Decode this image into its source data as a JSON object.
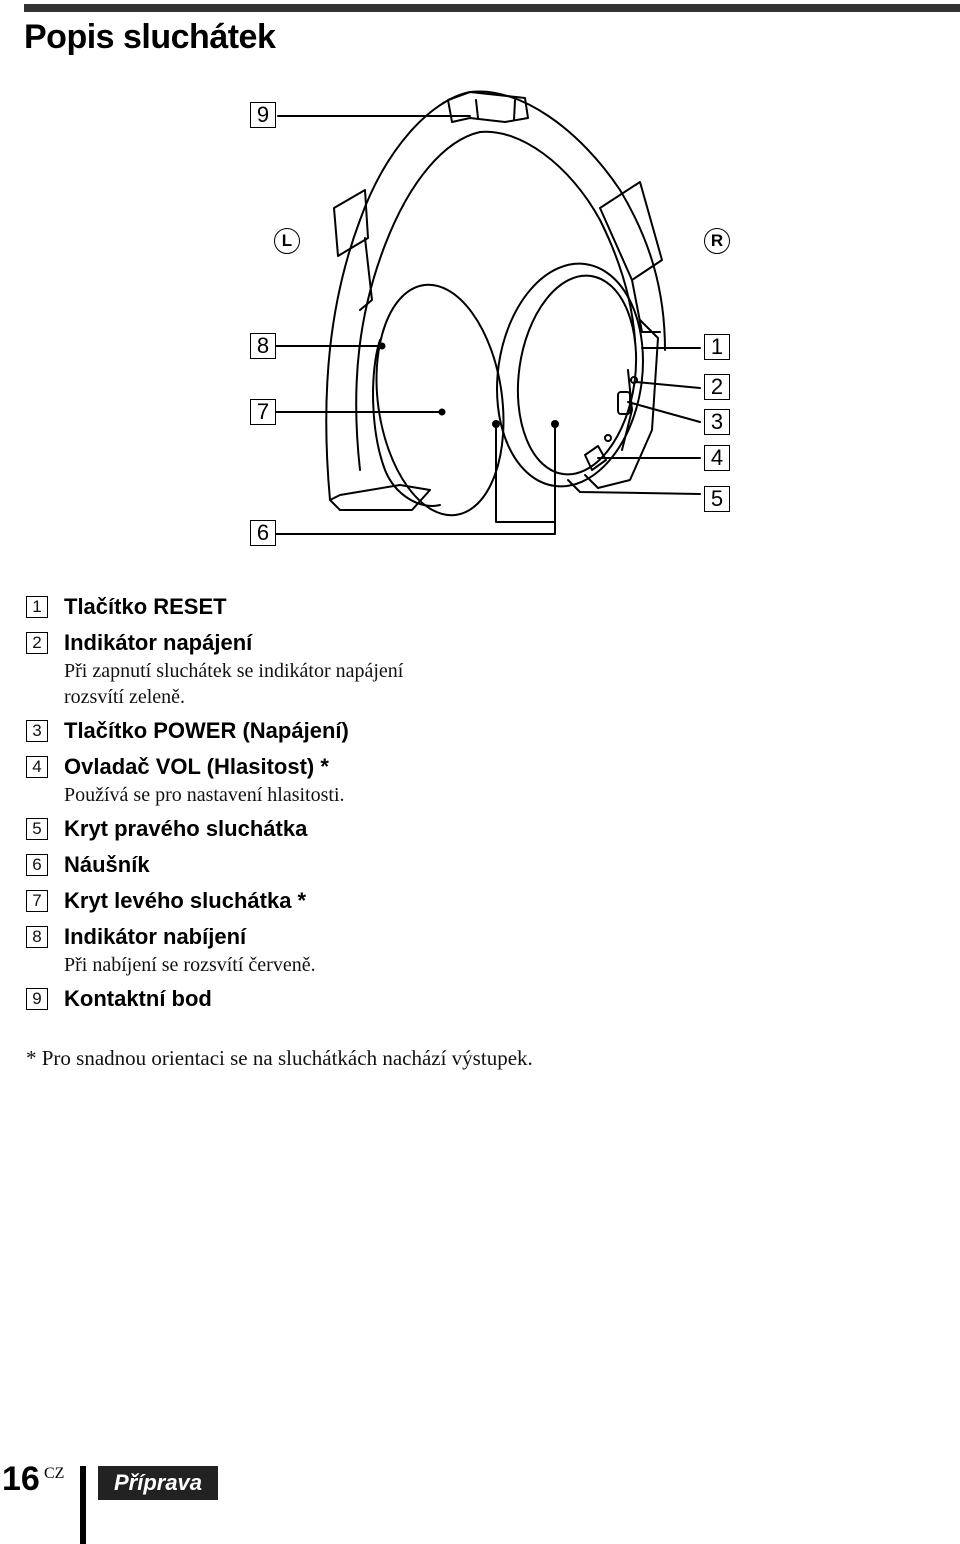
{
  "page_title": "Popis sluchátek",
  "figure": {
    "side_left": "L",
    "side_right": "R",
    "callouts_left": [
      "9",
      "8",
      "7",
      "6"
    ],
    "callouts_right": [
      "1",
      "2",
      "3",
      "4",
      "5"
    ]
  },
  "items": [
    {
      "num": "1",
      "label": "Tlačítko RESET",
      "desc": ""
    },
    {
      "num": "2",
      "label": "Indikátor napájení",
      "desc": "Při zapnutí sluchátek se indikátor napájení\nrozsvítí zeleně."
    },
    {
      "num": "3",
      "label": "Tlačítko POWER (Napájení)",
      "desc": ""
    },
    {
      "num": "4",
      "label": "Ovladač VOL (Hlasitost) *",
      "desc": "Používá se pro nastavení hlasitosti."
    },
    {
      "num": "5",
      "label": "Kryt pravého sluchátka",
      "desc": ""
    },
    {
      "num": "6",
      "label": "Náušník",
      "desc": ""
    },
    {
      "num": "7",
      "label": "Kryt levého sluchátka *",
      "desc": ""
    },
    {
      "num": "8",
      "label": "Indikátor nabíjení",
      "desc": "Při nabíjení se rozsvítí červeně."
    },
    {
      "num": "9",
      "label": "Kontaktní bod",
      "desc": ""
    }
  ],
  "footnote": {
    "mark": "*",
    "text": "Pro snadnou orientaci se na sluchátkách nachází výstupek."
  },
  "footer": {
    "page_number": "16",
    "language": "CZ",
    "section": "Příprava"
  }
}
